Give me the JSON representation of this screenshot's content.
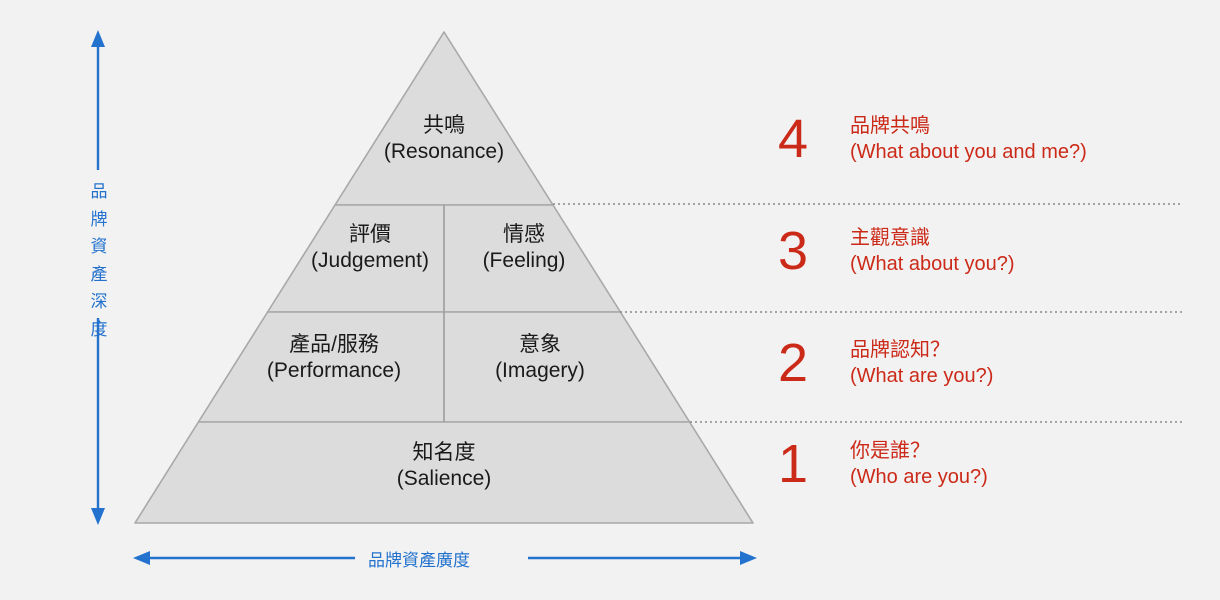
{
  "colors": {
    "background": "#f2f2f2",
    "pyramid_fill": "#dcdcdc",
    "pyramid_stroke": "#a8a8a8",
    "divider": "#9e9e9e",
    "accent_blue": "#2372ce",
    "accent_red": "#cc2a18",
    "tier_text": "#1a1a1a"
  },
  "axes": {
    "vertical": {
      "label": "品牌資產深度",
      "chars": [
        "品",
        "牌",
        "資",
        "產",
        "深",
        "度"
      ],
      "arrow": "double-headed-vertical"
    },
    "horizontal": {
      "label": "品牌資產廣度",
      "arrow": "double-headed-horizontal"
    }
  },
  "pyramid": {
    "tiers": [
      {
        "tier": 4,
        "blocks": [
          {
            "cn": "共鳴",
            "en": "(Resonance)"
          }
        ]
      },
      {
        "tier": 3,
        "blocks": [
          {
            "cn": "評價",
            "en": "(Judgement)"
          },
          {
            "cn": "情感",
            "en": "(Feeling)"
          }
        ]
      },
      {
        "tier": 2,
        "blocks": [
          {
            "cn": "產品/服務",
            "en": "(Performance)"
          },
          {
            "cn": "意象",
            "en": "(Imagery)"
          }
        ]
      },
      {
        "tier": 1,
        "blocks": [
          {
            "cn": "知名度",
            "en": "(Salience)"
          }
        ]
      }
    ]
  },
  "levels": [
    {
      "number": "4",
      "cn": "品牌共鳴",
      "en": "(What about you and me?)"
    },
    {
      "number": "3",
      "cn": "主觀意識",
      "en": "(What about you?)"
    },
    {
      "number": "2",
      "cn": "品牌認知？",
      "en": "(What are you?)"
    },
    {
      "number": "1",
      "cn": "你是誰？",
      "en": "(Who are you?)"
    }
  ]
}
